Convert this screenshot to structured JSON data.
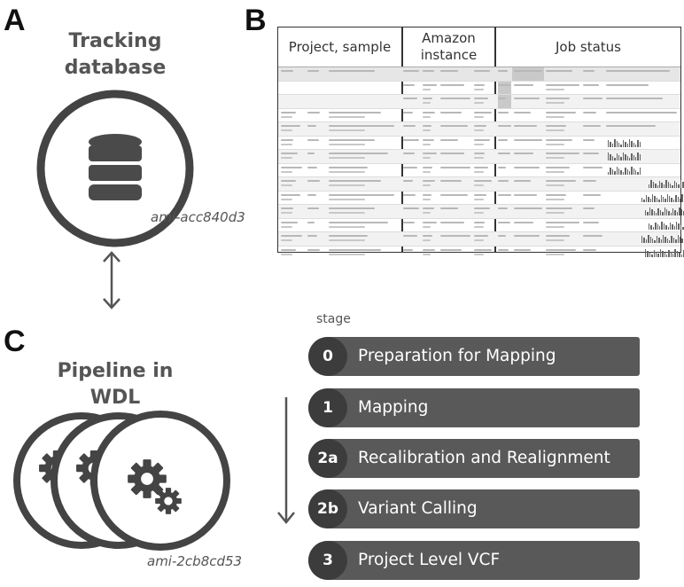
{
  "panels": {
    "a": {
      "letter": "A",
      "heading_line1": "Tracking",
      "heading_line2": "database",
      "icon": "database-icon",
      "ami": "ami-acc840d3"
    },
    "b": {
      "letter": "B",
      "groups": [
        {
          "line1": "Project, sample",
          "line2": ""
        },
        {
          "line1": "Amazon",
          "line2": "instance"
        },
        {
          "line1": "Job status",
          "line2": ""
        }
      ]
    },
    "c": {
      "letter": "C",
      "heading_line1": "Pipeline in",
      "heading_line2": "WDL",
      "icon": "gears-icon",
      "ami": "ami-2cb8cd53",
      "stage_label": "stage",
      "stages": [
        {
          "num": "0",
          "label": "Preparation for Mapping"
        },
        {
          "num": "1",
          "label": "Mapping"
        },
        {
          "num": "2a",
          "label": "Recalibration and Realignment"
        },
        {
          "num": "2b",
          "label": "Variant Calling"
        },
        {
          "num": "3",
          "label": "Project Level VCF"
        }
      ]
    }
  },
  "colors": {
    "stage_bar": "#595959",
    "stage_circle": "#3c3c3c",
    "icon_dark": "#444444"
  }
}
